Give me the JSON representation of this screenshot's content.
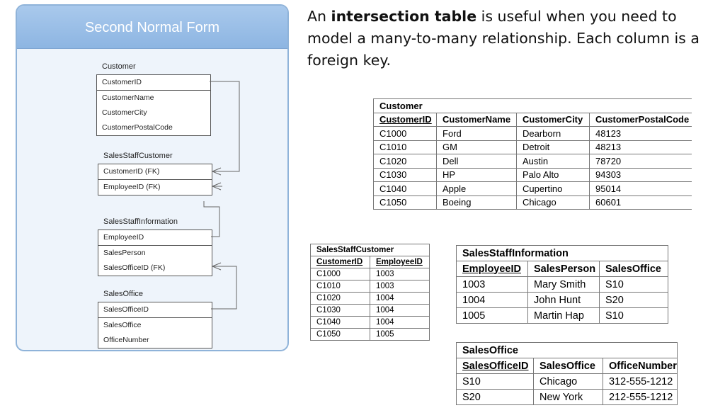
{
  "diagram": {
    "title": "Second Normal Form",
    "entities": [
      {
        "name": "Customer",
        "key": "CustomerID",
        "attrs": [
          "CustomerName",
          "CustomerCity",
          "CustomerPostalCode"
        ]
      },
      {
        "name": "SalesStaffCustomer",
        "key": "",
        "attrs": [
          "CustomerID (FK)",
          "EmployeeID (FK)"
        ]
      },
      {
        "name": "SalesStaffInformation",
        "key": "EmployeeID",
        "attrs": [
          "SalesPerson",
          "SalesOfficeID (FK)"
        ]
      },
      {
        "name": "SalesOffice",
        "key": "SalesOfficeID",
        "attrs": [
          "SalesOffice",
          "OfficeNumber"
        ]
      }
    ]
  },
  "description": {
    "pre": "An ",
    "bold": "intersection table",
    "post": " is useful when you need to model a many-to-many relationship. Each column is a foreign key."
  },
  "tables": {
    "customer": {
      "caption": "Customer",
      "headers": [
        "CustomerID",
        "CustomerName",
        "CustomerCity",
        "CustomerPostalCode"
      ],
      "rows": [
        [
          "C1000",
          "Ford",
          "Dearborn",
          "48123"
        ],
        [
          "C1010",
          "GM",
          "Detroit",
          "48213"
        ],
        [
          "C1020",
          "Dell",
          "Austin",
          "78720"
        ],
        [
          "C1030",
          "HP",
          "Palo Alto",
          "94303"
        ],
        [
          "C1040",
          "Apple",
          "Cupertino",
          "95014"
        ],
        [
          "C1050",
          "Boeing",
          "Chicago",
          "60601"
        ]
      ]
    },
    "salesStaffCustomer": {
      "caption": "SalesStaffCustomer",
      "headers": [
        "CustomerID",
        "EmployeeID"
      ],
      "rows": [
        [
          "C1000",
          "1003"
        ],
        [
          "C1010",
          "1003"
        ],
        [
          "C1020",
          "1004"
        ],
        [
          "C1030",
          "1004"
        ],
        [
          "C1040",
          "1004"
        ],
        [
          "C1050",
          "1005"
        ]
      ]
    },
    "salesStaffInformation": {
      "caption": "SalesStaffInformation",
      "headers": [
        "EmployeeID",
        "SalesPerson",
        "SalesOffice"
      ],
      "rows": [
        [
          "1003",
          "Mary Smith",
          "S10"
        ],
        [
          "1004",
          "John Hunt",
          "S20"
        ],
        [
          "1005",
          "Martin Hap",
          "S10"
        ]
      ]
    },
    "salesOffice": {
      "caption": "SalesOffice",
      "headers": [
        "SalesOfficeID",
        "SalesOffice",
        "OfficeNumber"
      ],
      "rows": [
        [
          "S10",
          "Chicago",
          "312-555-1212"
        ],
        [
          "S20",
          "New York",
          "212-555-1212"
        ]
      ]
    }
  }
}
